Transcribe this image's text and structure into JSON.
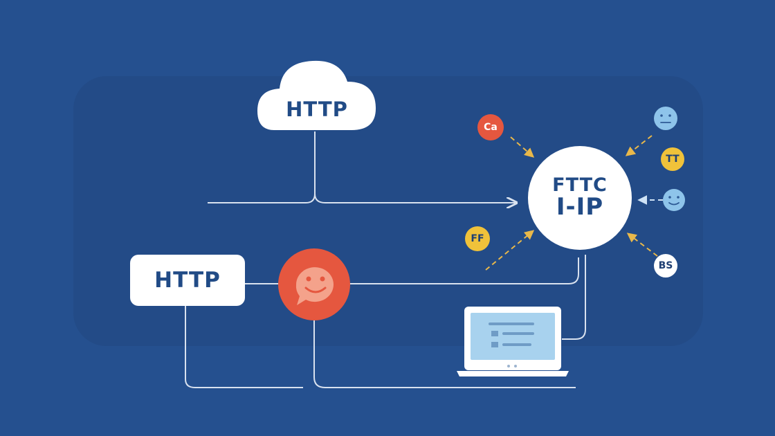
{
  "diagram": {
    "cloud_label": "HTTP",
    "box_label": "HTTP",
    "hub": {
      "line1": "FTTC",
      "line2": "I-IP"
    },
    "badges": [
      {
        "id": "ca",
        "label": "Ca",
        "color": "#e5573f",
        "text_color": "#ffffff"
      },
      {
        "id": "tt",
        "label": "TT",
        "color": "#f0c23a",
        "text_color": "#1f3f73"
      },
      {
        "id": "ff",
        "label": "FF",
        "color": "#f0c23a",
        "text_color": "#1f3f73"
      },
      {
        "id": "bs",
        "label": "BS",
        "color": "#ffffff",
        "text_color": "#1f3f73"
      }
    ],
    "icons": [
      "cloud-icon",
      "smiley-chat-icon",
      "laptop-icon",
      "smiley-icon"
    ],
    "colors": {
      "background": "#25508f",
      "panel": "#234b87",
      "connector": "#d9e2ef",
      "accent_orange": "#e5573f",
      "arrow_yellow": "#e9b84a",
      "light_blue": "#8ec4ea"
    }
  }
}
